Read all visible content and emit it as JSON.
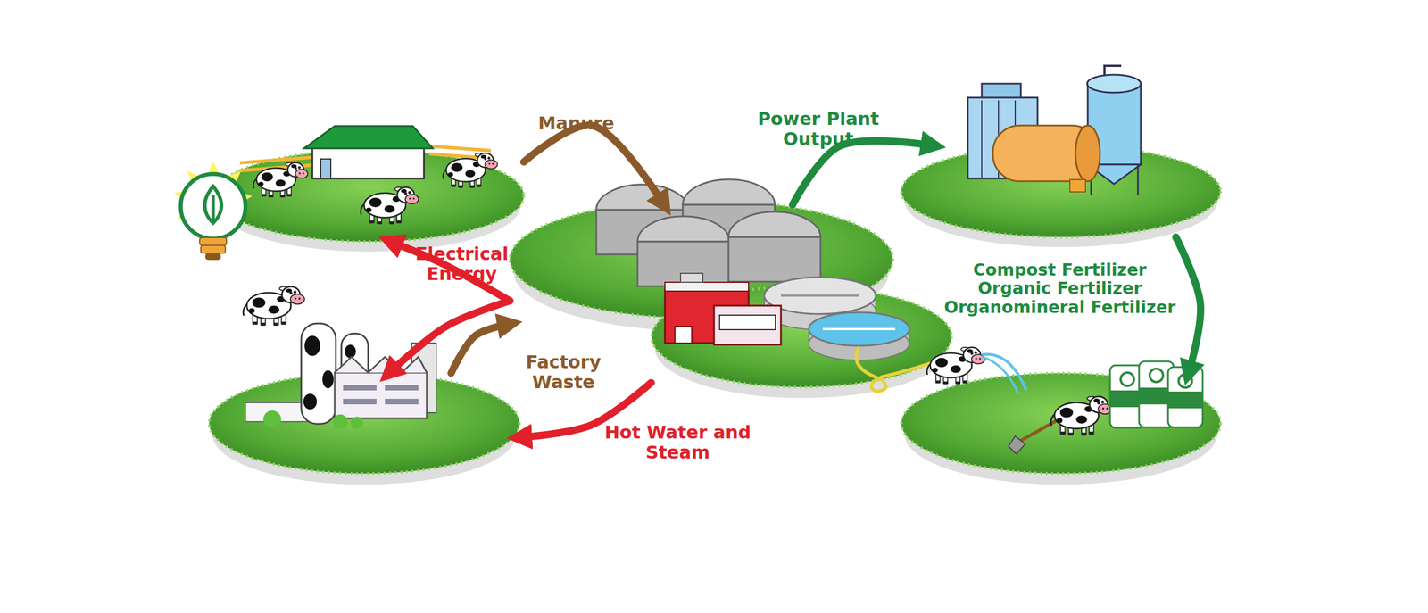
{
  "diagram": {
    "nodes": [
      {
        "text": []
      },
      {
        "text": []
      },
      {
        "text": []
      },
      {
        "text": []
      },
      {
        "text": []
      }
    ],
    "edges": [
      {
        "from": 0,
        "to": 2,
        "label": "Manure",
        "arrow": "to"
      },
      {
        "from": 1,
        "to": 2,
        "label": "Factory Waste",
        "arrow": "to"
      },
      {
        "from": 2,
        "to": 0,
        "label": "Electrical Energy",
        "arrow": "to"
      },
      {
        "from": 2,
        "to": 1,
        "arrow": "to"
      },
      {
        "from": 2,
        "to": 1,
        "label": "Hot Water and Steam",
        "arrow": "to"
      },
      {
        "from": 2,
        "to": 3,
        "label": "Power Plant Output",
        "arrow": "to"
      },
      {
        "from": 3,
        "to": 4,
        "label": "Compost Fertilizer Organic Fertilizer Organomineral Fertilizer",
        "arrow": "to"
      }
    ]
  }
}
